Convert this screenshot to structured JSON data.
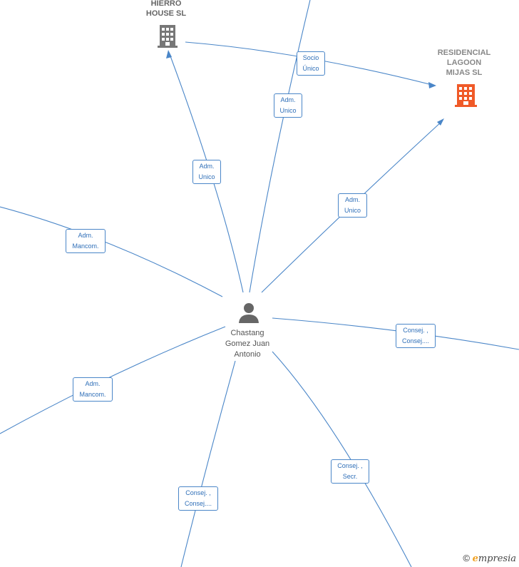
{
  "nodes": {
    "center_person": {
      "name_line1": "Chastang",
      "name_line2": "Gomez Juan",
      "name_line3": "Antonio",
      "icon": "person-icon",
      "color": "#666666"
    },
    "hierro_house": {
      "name_line1": "HIERRO",
      "name_line2": "HOUSE SL",
      "icon": "building-icon",
      "color": "#666666"
    },
    "residencial_lagoon": {
      "name_line1": "RESIDENCIAL",
      "name_line2": "LAGOON",
      "name_line3": "MIJAS  SL",
      "icon": "building-icon",
      "color": "#f05a28"
    }
  },
  "edge_labels": {
    "socio_unico": {
      "line1": "Socio",
      "line2": "Único"
    },
    "adm_unico_top": {
      "line1": "Adm.",
      "line2": "Unico"
    },
    "adm_unico_hierro": {
      "line1": "Adm.",
      "line2": "Unico"
    },
    "adm_unico_residencial": {
      "line1": "Adm.",
      "line2": "Unico"
    },
    "adm_mancom_upper_left": {
      "line1": "Adm.",
      "line2": "Mancom."
    },
    "adm_mancom_lower_left": {
      "line1": "Adm.",
      "line2": "Mancom."
    },
    "consej_right": {
      "line1": "Consej. ,",
      "line2": "Consej...."
    },
    "consej_secr": {
      "line1": "Consej. ,",
      "line2": "Secr."
    },
    "consej_bottom": {
      "line1": "Consej. ,",
      "line2": "Consej...."
    }
  },
  "footer": {
    "copyright_symbol": "©",
    "brand_initial": "e",
    "brand_rest": "mpresia"
  },
  "colors": {
    "edge": "#4a86c8",
    "label_text": "#2f6fb8",
    "accent_company": "#f05a28"
  }
}
